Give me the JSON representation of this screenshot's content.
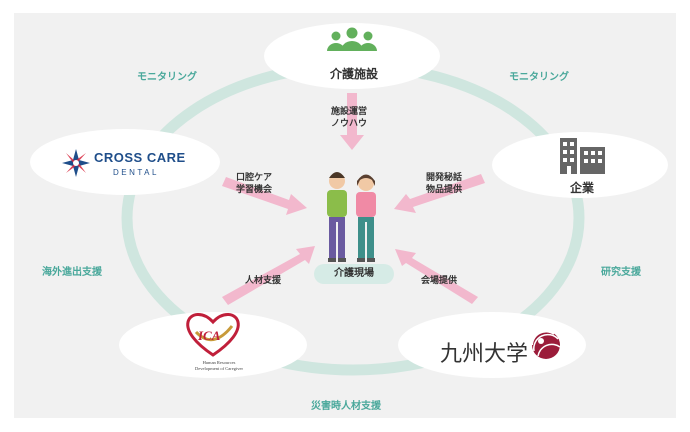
{
  "side_labels": {
    "monitoring_left": "モニタリング",
    "monitoring_right": "モニタリング",
    "overseas": "海外進出支援",
    "research": "研究支援",
    "disaster": "災害時人材支援"
  },
  "nodes": {
    "facility": "介護施設",
    "company": "企業",
    "crosscare_title": "CROSS CARE",
    "crosscare_sub": "DENTAL",
    "ica_logo": "ICA",
    "ica_line1": "Human Resources",
    "ica_line2": "Development of Caregiver",
    "kyushu": "九州大学",
    "center": "介護現場"
  },
  "flows": {
    "from_facility": [
      "施設運営",
      "ノウハウ"
    ],
    "from_crosscare": [
      "口腔ケア",
      "学習機会"
    ],
    "from_company": [
      "開発秘話",
      "物品提供"
    ],
    "from_ica": "人材支援",
    "from_kyushu": "会場提供"
  },
  "colors": {
    "ring": "#cfe6df",
    "arrow": "#f2b8cd",
    "label_green": "#49a89b",
    "panel": "#f1f1f1",
    "icon_green": "#62b05c",
    "building_gray": "#666666",
    "crosscare_blue": "#1f4e8a",
    "ica_red": "#c01f3a",
    "ica_gold": "#c89a3a",
    "kyushu_red": "#9b1c3a"
  }
}
